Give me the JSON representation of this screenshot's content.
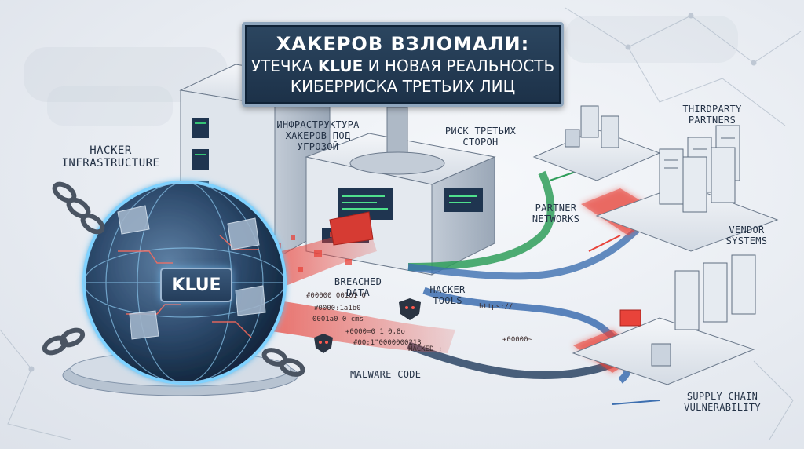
{
  "banner": {
    "line1": "ХАКЕРОВ ВЗЛОМАЛИ:",
    "line2_prefix": "УТЕЧКА ",
    "line2_brand": "KLUE",
    "line2_suffix": " И НОВАЯ РЕАЛЬНОСТЬ",
    "line3": "КИБЕРРИСКА ТРЕТЬИХ ЛИЦ"
  },
  "sphere": {
    "brand": "KLUE"
  },
  "labels": {
    "hacker_infra_1": "HACKER",
    "hacker_infra_2": "INFRASTRUCTURE",
    "infra_ru_1": "ИНФРАСТРУКТУРА",
    "infra_ru_2": "ХАКЕРОВ ПОД",
    "infra_ru_3": "УГРОЗОЙ",
    "third_risk_1": "РИСК ТРЕТЬИХ",
    "third_risk_2": "СТОРОН",
    "thirdparty_1": "THIRDPARTY",
    "thirdparty_2": "PARTNERS",
    "partner_1": "PARTNER",
    "partner_2": "NETWORKS",
    "vendor_1": "VENDOR",
    "vendor_2": "SYSTEMS",
    "breached_1": "BREACHED",
    "breached_2": "DATA",
    "tools_1": "HACKER",
    "tools_2": "TOOLS",
    "malware": "MALWARE CODE",
    "supply_1": "SUPPLY CHAIN",
    "supply_2": "VULNERABILITY"
  },
  "code_snippets": [
    "#00000 00101 0",
    "#0000:1a1b0",
    "0001a0 0 cms",
    "+0000=0 1 0,8o",
    "#00:1\"0000000213",
    "https://",
    "+00000~",
    "HACKED :"
  ],
  "colors": {
    "banner_bg": "#1c3148",
    "leak_red": "#e8433a",
    "flow_green": "#2f9e5a",
    "flow_blue": "#3d6fb0",
    "glow_blue": "#5fc3ff",
    "label_text": "#243246"
  }
}
